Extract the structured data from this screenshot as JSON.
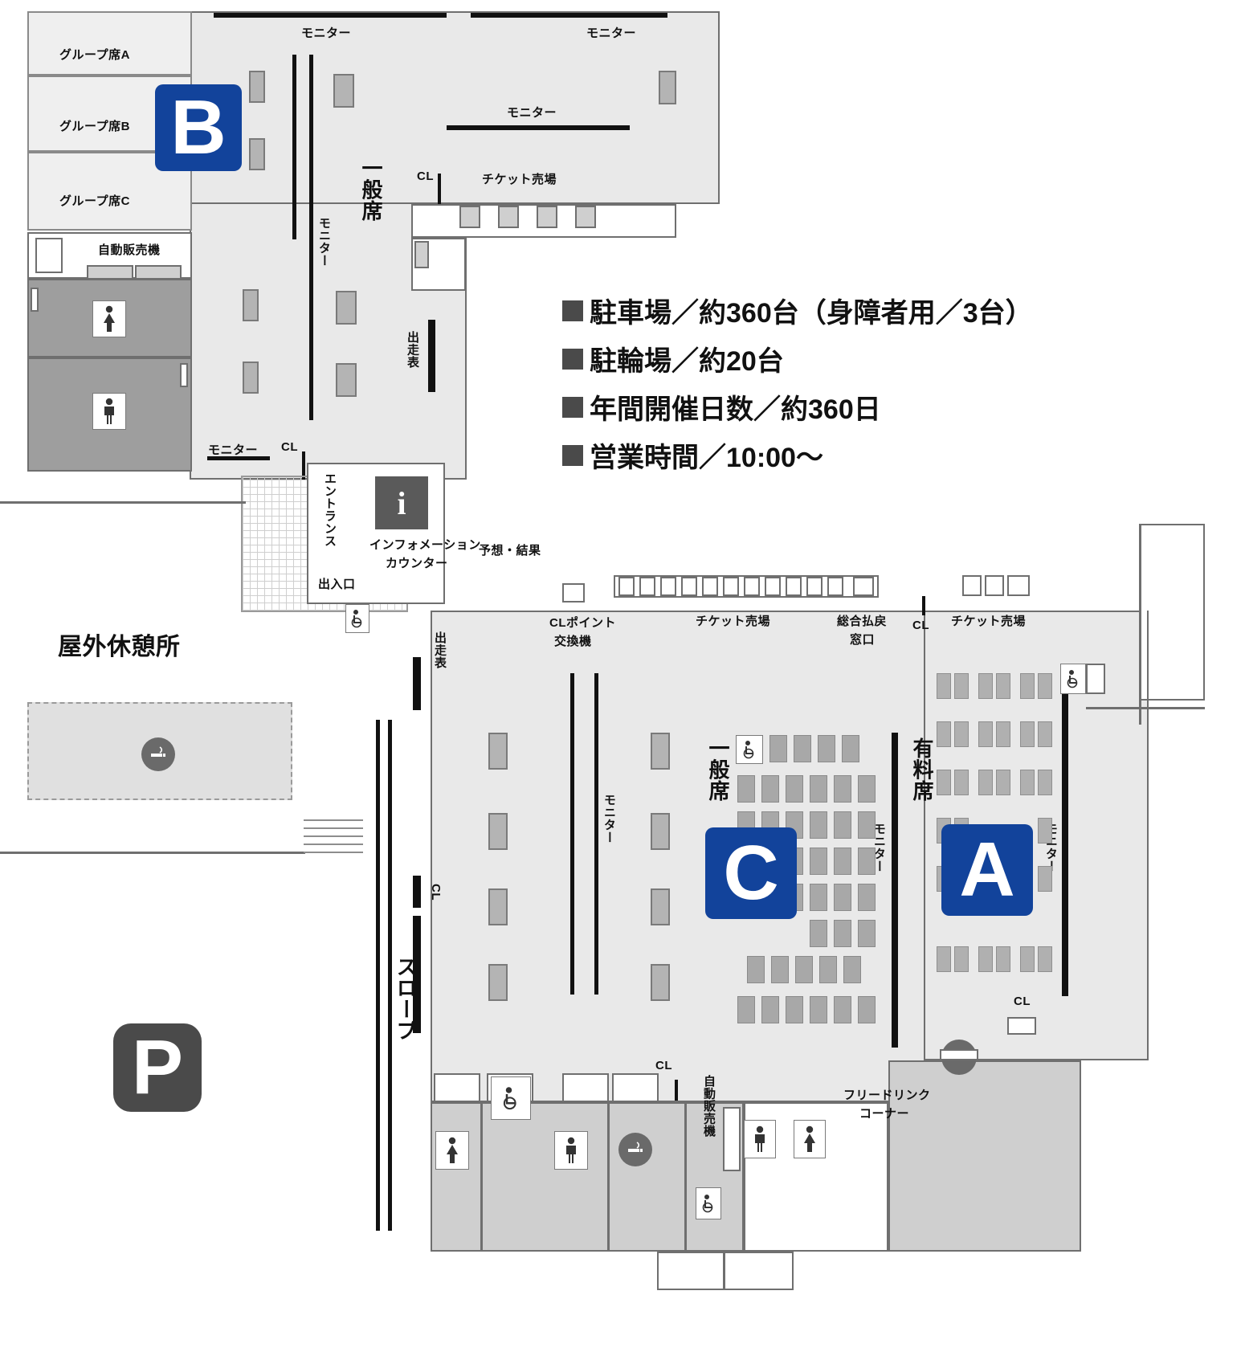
{
  "map": {
    "title_hidden": "",
    "zones": [
      {
        "id": "B",
        "label": "B"
      },
      {
        "id": "C",
        "label": "C"
      },
      {
        "id": "A",
        "label": "A"
      },
      {
        "id": "P",
        "label": "P"
      }
    ],
    "info_lines": [
      "駐車場／約360台（身障者用／3台）",
      "駐輪場／約20台",
      "年間開催日数／約360日",
      "営業時間／10:00〜"
    ],
    "labels": {
      "group_a": "グループ席A",
      "group_b": "グループ席B",
      "group_c": "グループ席C",
      "vending_top": "自動販売機",
      "monitor": "モニター",
      "monitor_v": "モニター",
      "cl": "CL",
      "ticket": "チケット売場",
      "ippanseki_top": "一般席",
      "ippanseki_mid": "一般席",
      "yuryoseki": "有料席",
      "shussohyo": "出走表",
      "entrance": "エントランス",
      "deiriguchi": "出入口",
      "info_counter": "インフォメーション\nカウンター",
      "yoso_kekka": "予想・結果",
      "clpoint": "CLポイント\n交換機",
      "sogo_haraimodoshi": "総合払戻\n窓口",
      "okugai_kyukeijo": "屋外休憩所",
      "slope": "スロープ",
      "free_drink": "フリードリンク\nコーナー",
      "vending_bottom": "自動販売機"
    }
  }
}
